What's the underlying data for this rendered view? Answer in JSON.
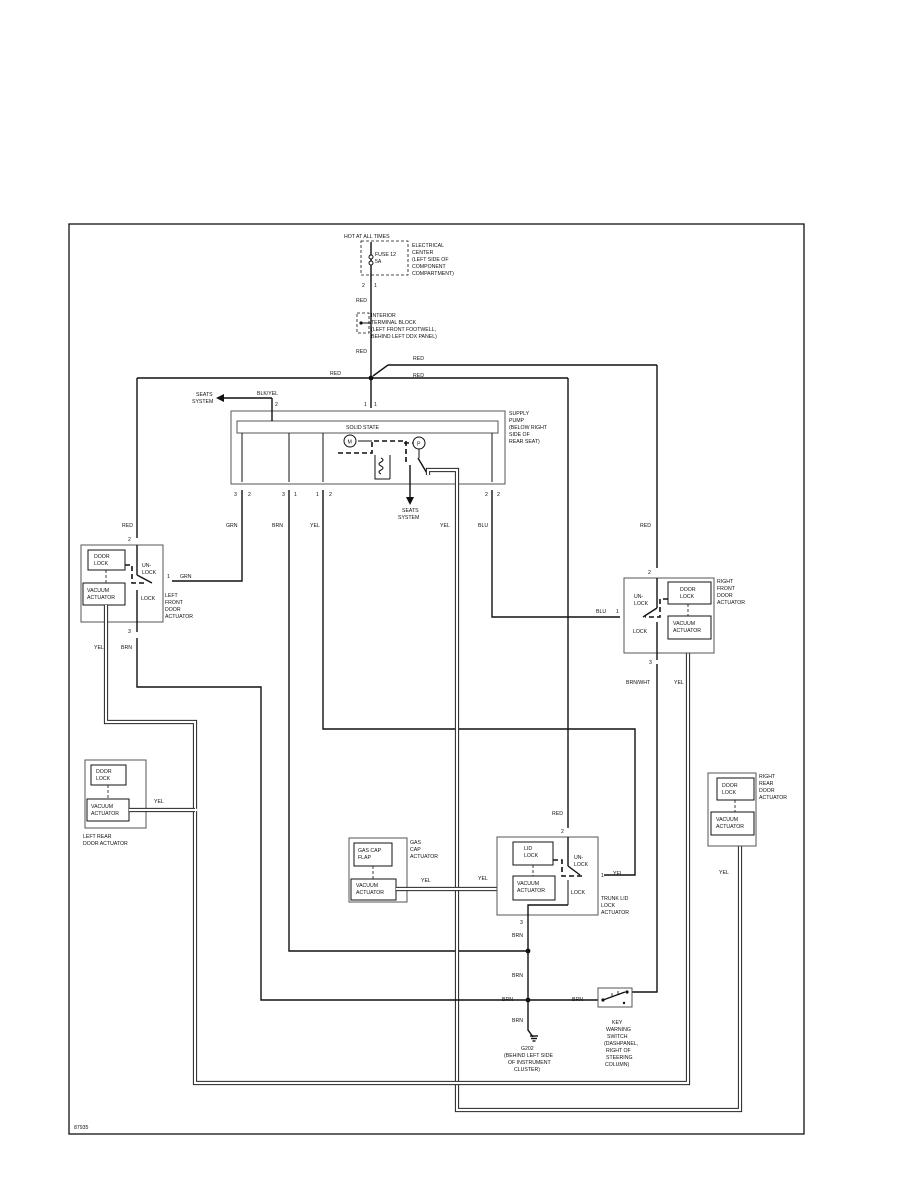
{
  "diagram_id": "87935",
  "supply": {
    "hot": "HOT AT ALL TIMES",
    "electrical_center": [
      "ELECTRICAL",
      "CENTER",
      "(LEFT SIDE OF",
      "COMPONENT",
      "COMPARTMENT)"
    ],
    "fuse": [
      "FUSE 12",
      "5A"
    ],
    "pin_2": "2",
    "pin_1": "1",
    "red_1": "RED",
    "interior_block": [
      "INTERIOR",
      "TERMINAL BLOCK",
      "(LEFT FRONT FOOTWELL,",
      "BEHIND LEFT DDX PANEL)"
    ],
    "red_2": "RED",
    "red_left": "RED",
    "red_mid_top": "RED",
    "red_mid": "RED"
  },
  "pump": {
    "label": [
      "SUPPLY",
      "PUMP",
      "(BELOW RIGHT",
      "SIDE OF",
      "REAR SEAT)"
    ],
    "solid_state": "SOLID STATE",
    "motor": "M",
    "pressure": "P",
    "seats_system_top": [
      "SEATS",
      "SYSTEM"
    ],
    "blk_yel": "BLK/YEL",
    "pin_top_2": "2",
    "pin_top_1": "1",
    "seats_system_bottom": [
      "SEATS",
      "SYSTEM"
    ],
    "bottom_pins": [
      "3",
      "2",
      "3",
      "1",
      "1",
      "2",
      "2",
      "2"
    ]
  },
  "wires": {
    "grn": "GRN",
    "brn": "BRN",
    "yel": "YEL",
    "blu": "BLU",
    "red": "RED",
    "brn_wht": "BRN/WHT"
  },
  "left_front": {
    "door_lock": [
      "DOOR",
      "LOCK"
    ],
    "vacuum": [
      "VACUUM",
      "ACTUATOR"
    ],
    "unlock": [
      "UN-",
      "LOCK"
    ],
    "lock": "LOCK",
    "label": [
      "LEFT",
      "FRONT",
      "DOOR",
      "ACTUATOR"
    ],
    "pin_top": "2",
    "pin_side": "1",
    "pin_bottom": "3",
    "wire_red": "RED",
    "wire_grn": "GRN",
    "wire_yel": "YEL",
    "wire_brn": "BRN"
  },
  "right_front": {
    "door_lock": [
      "DOOR",
      "LOCK"
    ],
    "vacuum": [
      "VACUUM",
      "ACTUATOR"
    ],
    "unlock": [
      "UN-",
      "LOCK"
    ],
    "lock": "LOCK",
    "label": [
      "RIGHT",
      "FRONT",
      "DOOR",
      "ACTUATOR"
    ],
    "pin_top": "2",
    "pin_side": "1",
    "pin_bottom": "3",
    "wire_red": "RED",
    "wire_blu": "BLU",
    "wire_brnwht": "BRN/WHT",
    "wire_yel": "YEL"
  },
  "left_rear": {
    "door_lock": [
      "DOOR",
      "LOCK"
    ],
    "vacuum": [
      "VACUUM",
      "ACTUATOR"
    ],
    "label": [
      "LEFT REAR",
      "DOOR ACTUATOR"
    ],
    "wire_yel": "YEL"
  },
  "right_rear": {
    "door_lock": [
      "DOOR",
      "LOCK"
    ],
    "vacuum": [
      "VACUUM",
      "ACTUATOR"
    ],
    "label": [
      "RIGHT",
      "REAR",
      "DOOR",
      "ACTUATOR"
    ],
    "wire_yel": "YEL"
  },
  "gas_cap": {
    "flap": [
      "GAS CAP",
      "FLAP"
    ],
    "vacuum": [
      "VACUUM",
      "ACTUATOR"
    ],
    "label": [
      "GAS",
      "CAP",
      "ACTUATOR"
    ],
    "wire_yel": "YEL"
  },
  "trunk": {
    "lid_lock": [
      "LID",
      "LOCK"
    ],
    "vacuum": [
      "VACUUM",
      "ACTUATOR"
    ],
    "unlock": [
      "UN-",
      "LOCK"
    ],
    "lock": "LOCK",
    "label": [
      "TRUNK LID",
      "LOCK",
      "ACTUATOR"
    ],
    "pin_top": "2",
    "pin_side": "1",
    "pin_bottom": "3",
    "wire_red": "RED",
    "wire_yel_in": "YEL",
    "wire_yel_out": "YEL",
    "wire_brn": "BRN"
  },
  "ground": {
    "brn_1": "BRN",
    "brn_2": "BRN",
    "brn_3": "BRN",
    "brn_4": "BRN",
    "brn_switch": "BRN",
    "label": [
      "G202",
      "(BEHIND LEFT SIDE",
      "OF INSTRUMENT",
      "CLUSTER)"
    ]
  },
  "key_switch": {
    "label": [
      "KEY",
      "WARNING",
      "SWITCH",
      "(DASHPANEL,",
      "RIGHT OF",
      "STEERING",
      "COLUMN)"
    ]
  }
}
